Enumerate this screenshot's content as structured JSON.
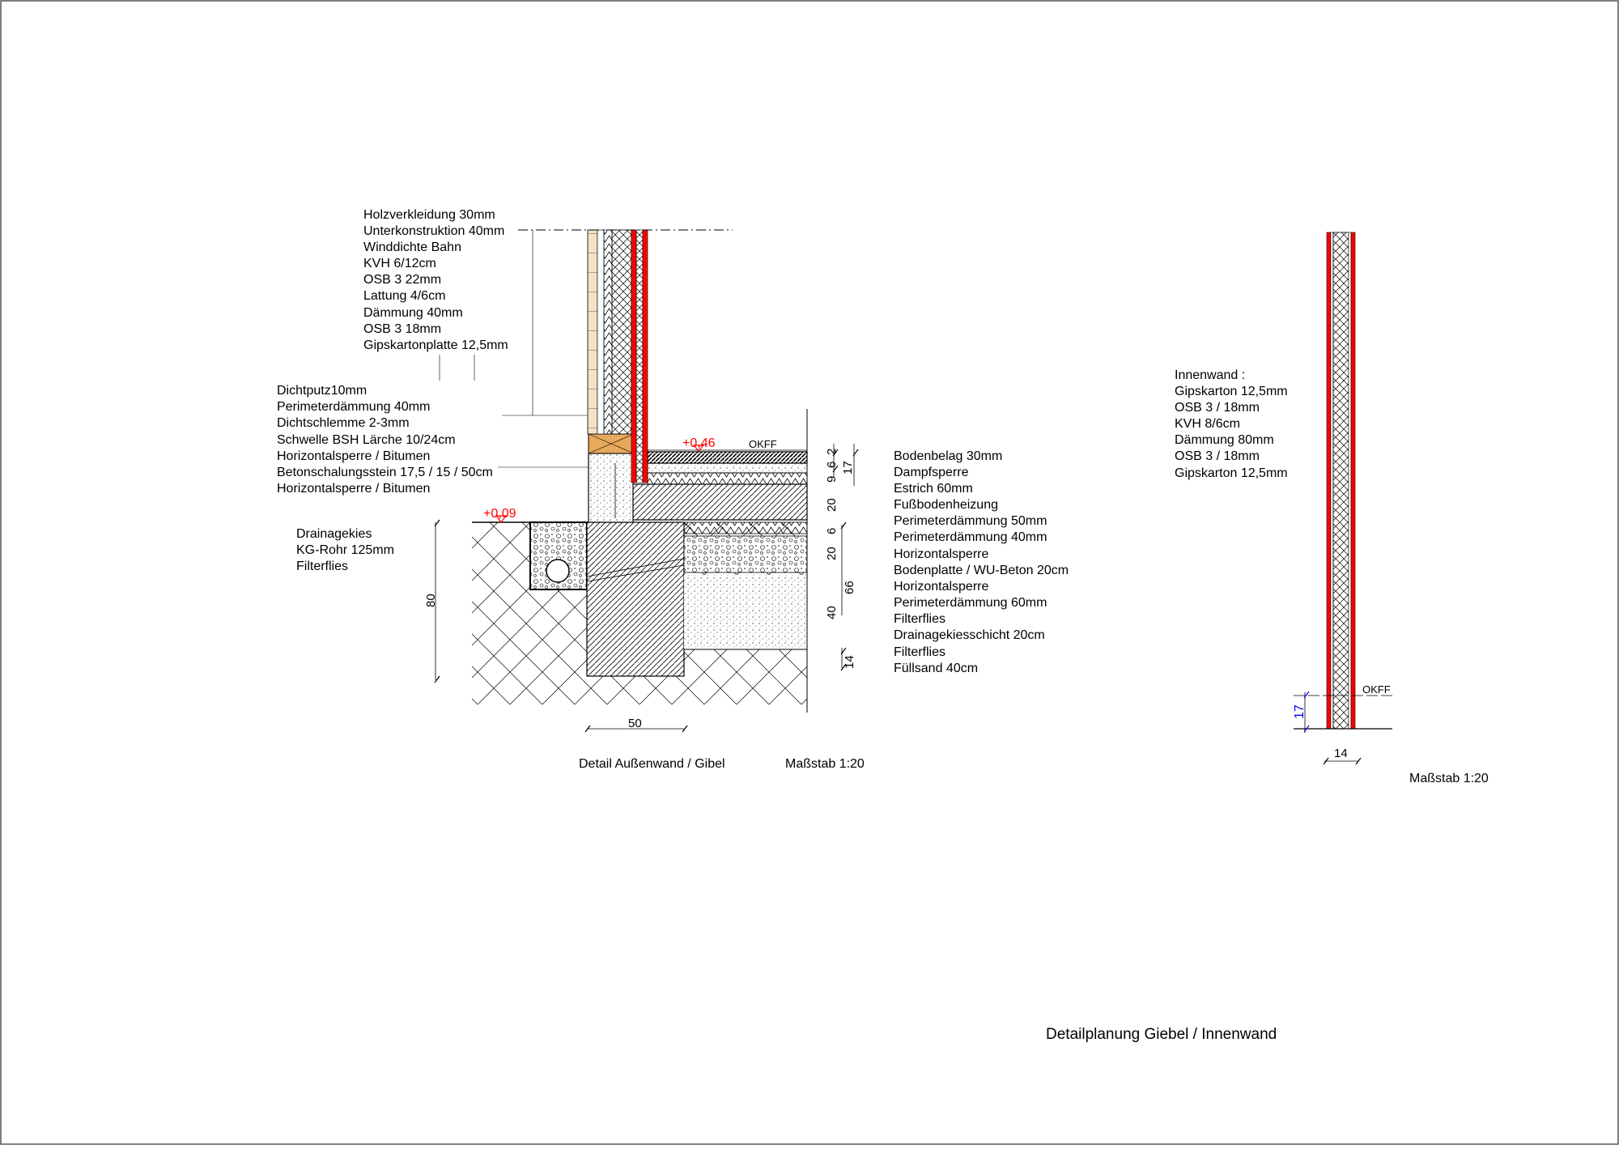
{
  "exterior": {
    "wall_layers": [
      "Holzverkleidung 30mm",
      "Unterkonstruktion 40mm",
      "Winddichte Bahn",
      "KVH 6/12cm",
      "OSB 3 22mm",
      "Lattung 4/6cm",
      "Dämmung 40mm",
      "OSB 3 18mm",
      "Gipskartonplatte 12,5mm"
    ],
    "base_layers": [
      "Dichtputz10mm",
      "Perimeterdämmung 40mm",
      "Dichtschlemme 2-3mm",
      "Schwelle BSH Lärche 10/24cm",
      "Horizontalsperre / Bitumen",
      "Betonschalungsstein 17,5 / 15 / 50cm",
      "Horizontalsperre / Bitumen"
    ],
    "drain_layers": [
      "Drainagekies",
      "KG-Rohr 125mm",
      "Filterflies"
    ],
    "floor_layers": [
      "Bodenbelag 30mm",
      "Dampfsperre",
      "Estrich 60mm",
      "Fußbodenheizung",
      "Perimeterdämmung 50mm",
      "Perimeterdämmung 40mm",
      "Horizontalsperre",
      "Bodenplatte / WU-Beton 20cm",
      "Horizontalsperre",
      "Perimeterdämmung 60mm",
      "Filterflies",
      "Drainagekiesschicht 20cm",
      "Filterflies",
      "Füllsand 40cm"
    ],
    "level_floor": "+0,46",
    "level_ground": "+0,09",
    "okff": "OKFF",
    "dims": {
      "d2": "2",
      "d6": "6",
      "d9": "9",
      "d17": "17",
      "d20a": "20",
      "d6b": "6",
      "d20b": "20",
      "d40": "40",
      "d66": "66",
      "d14": "14",
      "d80": "80",
      "d50": "50"
    },
    "title": "Detail Außenwand / Gibel",
    "scale": "Maßstab 1:20"
  },
  "interior": {
    "layers": [
      "Innenwand :",
      "Gipskarton 12,5mm",
      "OSB 3 / 18mm",
      "KVH 8/6cm",
      "Dämmung 80mm",
      "OSB 3 / 18mm",
      "Gipskarton 12,5mm"
    ],
    "okff": "OKFF",
    "dim_height": "17",
    "dim_width": "14",
    "scale": "Maßstab 1:20"
  },
  "sheet_title": "Detailplanung  Giebel / Innenwand",
  "colors": {
    "red": "#ff0000",
    "timber": "#e8a95c",
    "blue": "#0000ff"
  }
}
